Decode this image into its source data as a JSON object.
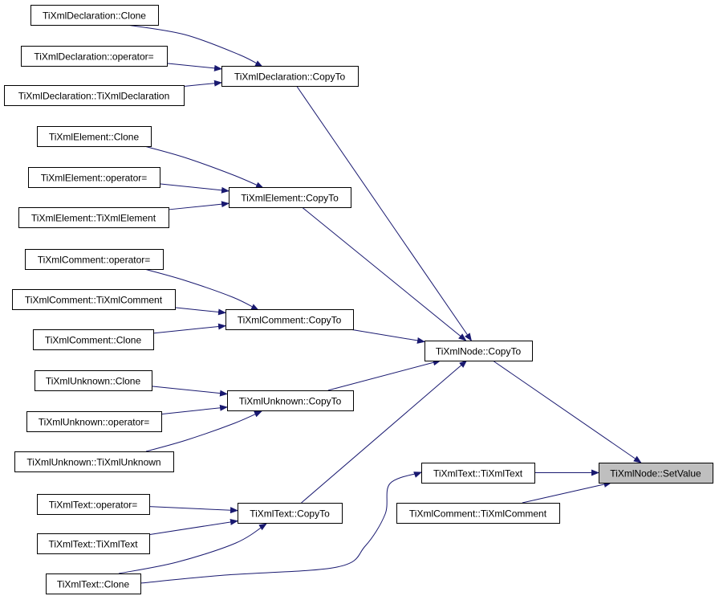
{
  "diagram": {
    "nodes": [
      {
        "id": "decl_clone",
        "label": "TiXmlDeclaration::Clone"
      },
      {
        "id": "decl_op",
        "label": "TiXmlDeclaration::operator="
      },
      {
        "id": "decl_ctor",
        "label": "TiXmlDeclaration::TiXmlDeclaration"
      },
      {
        "id": "decl_copy",
        "label": "TiXmlDeclaration::CopyTo"
      },
      {
        "id": "elem_clone",
        "label": "TiXmlElement::Clone"
      },
      {
        "id": "elem_op",
        "label": "TiXmlElement::operator="
      },
      {
        "id": "elem_ctor",
        "label": "TiXmlElement::TiXmlElement"
      },
      {
        "id": "elem_copy",
        "label": "TiXmlElement::CopyTo"
      },
      {
        "id": "comm_op",
        "label": "TiXmlComment::operator="
      },
      {
        "id": "comm_ctor",
        "label": "TiXmlComment::TiXmlComment"
      },
      {
        "id": "comm_clone",
        "label": "TiXmlComment::Clone"
      },
      {
        "id": "comm_copy",
        "label": "TiXmlComment::CopyTo"
      },
      {
        "id": "node_copy",
        "label": "TiXmlNode::CopyTo"
      },
      {
        "id": "unk_clone",
        "label": "TiXmlUnknown::Clone"
      },
      {
        "id": "unk_op",
        "label": "TiXmlUnknown::operator="
      },
      {
        "id": "unk_ctor",
        "label": "TiXmlUnknown::TiXmlUnknown"
      },
      {
        "id": "unk_copy",
        "label": "TiXmlUnknown::CopyTo"
      },
      {
        "id": "text_ctor_r",
        "label": "TiXmlText::TiXmlText"
      },
      {
        "id": "setvalue",
        "label": "TiXmlNode::SetValue"
      },
      {
        "id": "comm_ctor_r",
        "label": "TiXmlComment::TiXmlComment"
      },
      {
        "id": "text_op",
        "label": "TiXmlText::operator="
      },
      {
        "id": "text_copy",
        "label": "TiXmlText::CopyTo"
      },
      {
        "id": "text_ctor",
        "label": "TiXmlText::TiXmlText"
      },
      {
        "id": "text_clone",
        "label": "TiXmlText::Clone"
      }
    ],
    "edges": [
      {
        "from": "decl_clone",
        "to": "decl_copy"
      },
      {
        "from": "decl_op",
        "to": "decl_copy"
      },
      {
        "from": "decl_ctor",
        "to": "decl_copy"
      },
      {
        "from": "decl_copy",
        "to": "node_copy"
      },
      {
        "from": "elem_clone",
        "to": "elem_copy"
      },
      {
        "from": "elem_op",
        "to": "elem_copy"
      },
      {
        "from": "elem_ctor",
        "to": "elem_copy"
      },
      {
        "from": "elem_copy",
        "to": "node_copy"
      },
      {
        "from": "comm_op",
        "to": "comm_copy"
      },
      {
        "from": "comm_ctor",
        "to": "comm_copy"
      },
      {
        "from": "comm_clone",
        "to": "comm_copy"
      },
      {
        "from": "comm_copy",
        "to": "node_copy"
      },
      {
        "from": "unk_clone",
        "to": "unk_copy"
      },
      {
        "from": "unk_op",
        "to": "unk_copy"
      },
      {
        "from": "unk_ctor",
        "to": "unk_copy"
      },
      {
        "from": "unk_copy",
        "to": "node_copy"
      },
      {
        "from": "text_op",
        "to": "text_copy"
      },
      {
        "from": "text_ctor",
        "to": "text_copy"
      },
      {
        "from": "text_clone",
        "to": "text_copy"
      },
      {
        "from": "text_copy",
        "to": "node_copy"
      },
      {
        "from": "node_copy",
        "to": "setvalue"
      },
      {
        "from": "text_ctor_r",
        "to": "setvalue"
      },
      {
        "from": "comm_ctor_r",
        "to": "setvalue"
      },
      {
        "from": "text_clone",
        "to": "text_ctor_r"
      }
    ],
    "highlighted_node": "setvalue",
    "colors": {
      "edge": "#191970",
      "node_border": "#000000",
      "highlight_fill": "#bfbfbf"
    }
  }
}
